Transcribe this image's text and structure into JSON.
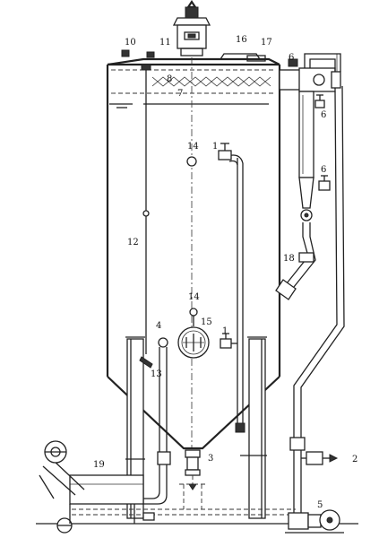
{
  "labels": {
    "l1a": "1",
    "l1b": "1",
    "l2": "2",
    "l3": "3",
    "l4": "4",
    "l5": "5",
    "l6a": "6",
    "l6b": "6",
    "l6c": "6",
    "l7": "7",
    "l8": "8",
    "l10": "10",
    "l11": "11",
    "l12": "12",
    "l13": "13",
    "l14a": "14",
    "l14b": "14",
    "l15": "15",
    "l16": "16",
    "l17": "17",
    "l18": "18",
    "l19": "19"
  },
  "colors": {
    "ink": "#222222",
    "paper": "#ffffff"
  }
}
